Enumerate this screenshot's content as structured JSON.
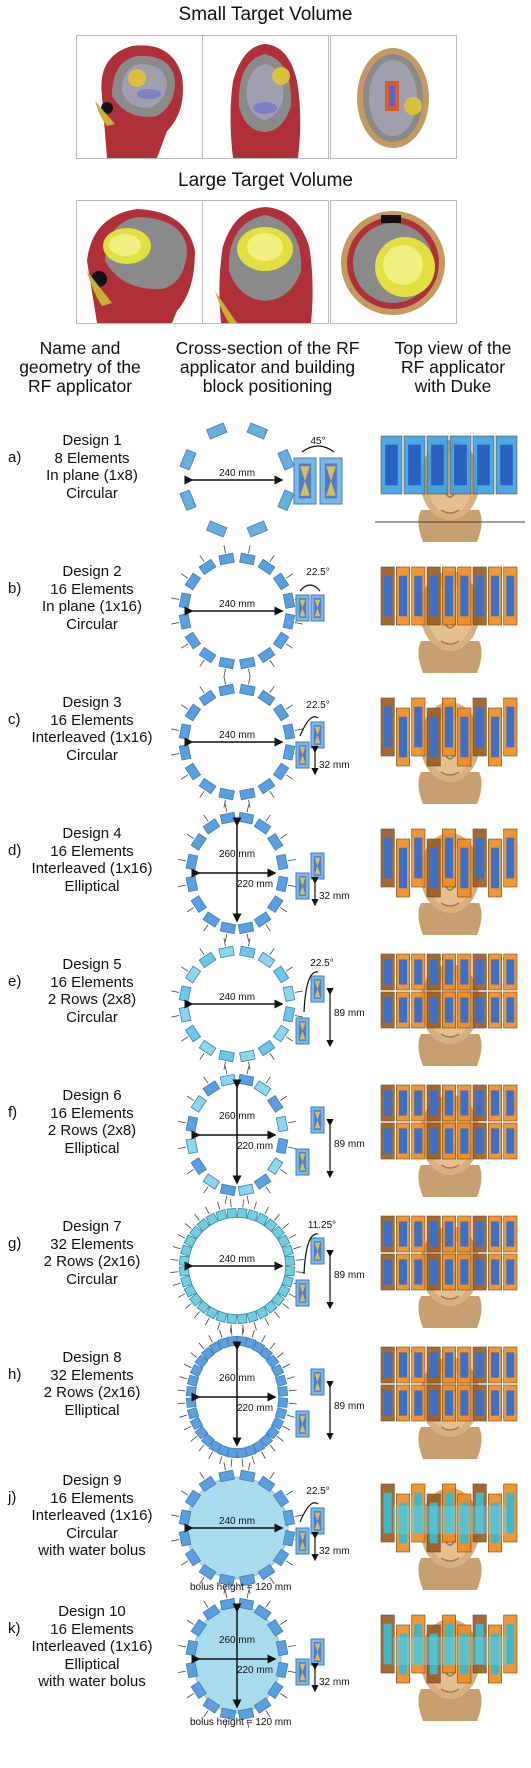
{
  "small_target_title": "Small Target Volume",
  "large_target_title": "Large Target Volume",
  "column_headers": [
    [
      "Name and",
      "geometry of the",
      "RF applicator"
    ],
    [
      "Cross-section of the RF",
      "applicator and building",
      "block positioning"
    ],
    [
      "Top view of the",
      "RF applicator",
      "with Duke"
    ]
  ],
  "designs": [
    {
      "letter": "a)",
      "lines": [
        "Design 1",
        "8 Elements",
        "In plane (1x8)",
        "Circular"
      ],
      "count": 8,
      "shape": "circular",
      "layout": "inplane8",
      "dims": [
        "240 mm"
      ],
      "angle": "45°",
      "offset": "",
      "bolus": false,
      "bolus_note": "",
      "color": "#6aaee0"
    },
    {
      "letter": "b)",
      "lines": [
        "Design 2",
        "16 Elements",
        "In plane (1x16)",
        "Circular"
      ],
      "count": 16,
      "shape": "circular",
      "layout": "inplane",
      "dims": [
        "240 mm"
      ],
      "angle": "22.5°",
      "offset": "",
      "bolus": false,
      "bolus_note": "",
      "color": "#5b9fe0"
    },
    {
      "letter": "c)",
      "lines": [
        "Design 3",
        "16 Elements",
        "Interleaved (1x16)",
        "Circular"
      ],
      "count": 16,
      "shape": "circular",
      "layout": "interleaved",
      "dims": [
        "240 mm"
      ],
      "angle": "22.5°",
      "offset": "32 mm",
      "bolus": false,
      "bolus_note": "",
      "color": "#5b9fe0"
    },
    {
      "letter": "d)",
      "lines": [
        "Design 4",
        "16 Elements",
        "Interleaved (1x16)",
        "Elliptical"
      ],
      "count": 16,
      "shape": "elliptical",
      "layout": "interleaved",
      "dims": [
        "260 mm",
        "220 mm"
      ],
      "angle": "",
      "offset": "32 mm",
      "bolus": false,
      "bolus_note": "",
      "color": "#5b9fe0"
    },
    {
      "letter": "e)",
      "lines": [
        "Design 5",
        "16 Elements",
        "2 Rows (2x8)",
        "Circular"
      ],
      "count": 16,
      "shape": "circular",
      "layout": "rows",
      "dims": [
        "240 mm"
      ],
      "angle": "22.5°",
      "offset": "89 mm",
      "bolus": false,
      "bolus_note": "",
      "color": "#6cc8e8"
    },
    {
      "letter": "f)",
      "lines": [
        "Design 6",
        "16 Elements",
        "2 Rows (2x8)",
        "Elliptical"
      ],
      "count": 16,
      "shape": "elliptical",
      "layout": "rows",
      "dims": [
        "260 mm",
        "220 mm"
      ],
      "angle": "",
      "offset": "89 mm",
      "bolus": false,
      "bolus_note": "",
      "color": "#5b9fe0"
    },
    {
      "letter": "g)",
      "lines": [
        "Design 7",
        "32 Elements",
        "2 Rows (2x16)",
        "Circular"
      ],
      "count": 32,
      "shape": "circular",
      "layout": "rows",
      "dims": [
        "240 mm"
      ],
      "angle": "11.25°",
      "offset": "89 mm",
      "bolus": false,
      "bolus_note": "",
      "color": "#6ed0d8"
    },
    {
      "letter": "h)",
      "lines": [
        "Design 8",
        "32 Elements",
        "2 Rows (2x16)",
        "Elliptical"
      ],
      "count": 32,
      "shape": "elliptical",
      "layout": "rows",
      "dims": [
        "260 mm",
        "220 mm"
      ],
      "angle": "",
      "offset": "89 mm",
      "bolus": false,
      "bolus_note": "",
      "color": "#5b9fe0"
    },
    {
      "letter": "j)",
      "lines": [
        "Design 9",
        "16 Elements",
        "Interleaved (1x16)",
        "Circular",
        "with water bolus"
      ],
      "count": 16,
      "shape": "circular",
      "layout": "interleaved",
      "dims": [
        "240 mm"
      ],
      "angle": "22.5°",
      "offset": "32 mm",
      "bolus": true,
      "bolus_note": "bolus height = 120 mm",
      "color": "#5b9fe0"
    },
    {
      "letter": "k)",
      "lines": [
        "Design 10",
        "16 Elements",
        "Interleaved (1x16)",
        "Elliptical",
        "with water bolus"
      ],
      "count": 16,
      "shape": "elliptical",
      "layout": "interleaved",
      "dims": [
        "260 mm",
        "220 mm"
      ],
      "angle": "",
      "offset": "32 mm",
      "bolus": true,
      "bolus_note": "bolus height = 120 mm",
      "color": "#5b9fe0"
    }
  ]
}
